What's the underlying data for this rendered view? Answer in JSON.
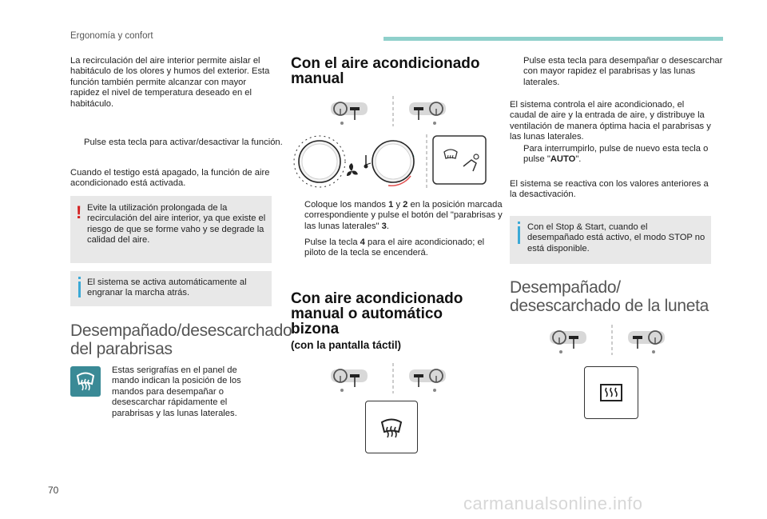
{
  "header": {
    "section": "Ergonomía y confort"
  },
  "page_number": "70",
  "watermark": "carmanualsonline.info",
  "col1": {
    "intro": "La recirculación del aire interior permite aislar el habitáculo de los olores y humos del exterior. Esta función también permite alcanzar con mayor rapidez el nivel de temperatura deseado en el habitáculo.",
    "bullet1": "Pulse esta tecla para activar/desactivar la función.",
    "para2": "Cuando el testigo está apagado, la función de aire acondicionado está activada.",
    "warning": "Evite la utilización prolongada de la recirculación del aire interior, ya que existe el riesgo de que se forme vaho y se degrade la calidad del aire.",
    "info": "El sistema se activa automáticamente al engranar la marcha atrás.",
    "heading": "Desempañado/desescarchado del parabrisas",
    "desc": "Estas serigrafías en el panel de mando indican la posición de los mandos para desempañar o desescarchar rápidamente el parabrisas y las lunas laterales."
  },
  "col2": {
    "heading1": "Con el aire acondicionado manual",
    "b1_pre": "Coloque los mandos ",
    "b1_n1": "1",
    "b1_mid": " y ",
    "b1_n2": "2",
    "b1_post": " en la posición marcada correspondiente y pulse el botón del \"parabrisas y las lunas laterales\" ",
    "b1_n3": "3",
    "b1_end": ".",
    "b2_pre": "Pulse la tecla ",
    "b2_n": "4",
    "b2_post": " para el aire acondicionado; el piloto de la tecla se encenderá.",
    "heading2": "Con aire acondicionado manual o automático bizona",
    "sub2": "(con la pantalla táctil)"
  },
  "col3": {
    "b1": "Pulse esta tecla para desempañar o desescarchar con mayor rapidez el parabrisas y las lunas laterales.",
    "para1": "El sistema controla el aire acondicionado, el caudal de aire y la entrada de aire, y distribuye la ventilación de manera óptima hacia el parabrisas y las lunas laterales.",
    "b2_pre": "Para interrumpirlo, pulse de nuevo esta tecla o pulse \"",
    "b2_auto": "AUTO",
    "b2_post": "\".",
    "para2": "El sistema se reactiva con los valores anteriores a la desactivación.",
    "info": "Con el Stop & Start, cuando el desempañado está activo, el modo STOP no está disponible.",
    "heading": "Desempañado/ desescarchado de la luneta"
  },
  "bullet_mark": "",
  "warning_mark": "!",
  "icons": [
    "front-defrost-icon",
    "rear-defrost-icon",
    "steering-wheel-icon",
    "fan-icon",
    "seat-airflow-icon"
  ]
}
